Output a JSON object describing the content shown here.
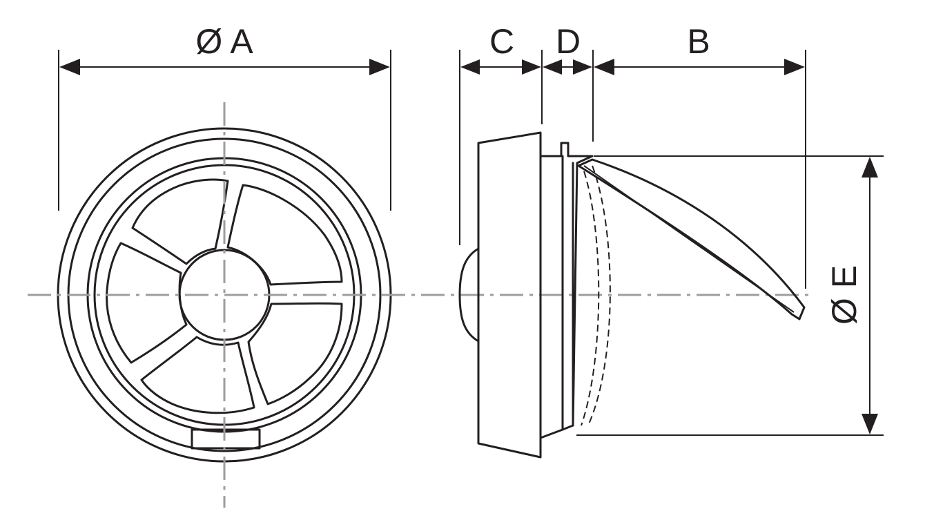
{
  "labels": {
    "a": "Ø A",
    "b": "B",
    "c": "C",
    "d": "D",
    "e": "Ø E"
  },
  "colors": {
    "line": "#231f20",
    "centerline": "#9d9d9d",
    "background": "#ffffff"
  }
}
